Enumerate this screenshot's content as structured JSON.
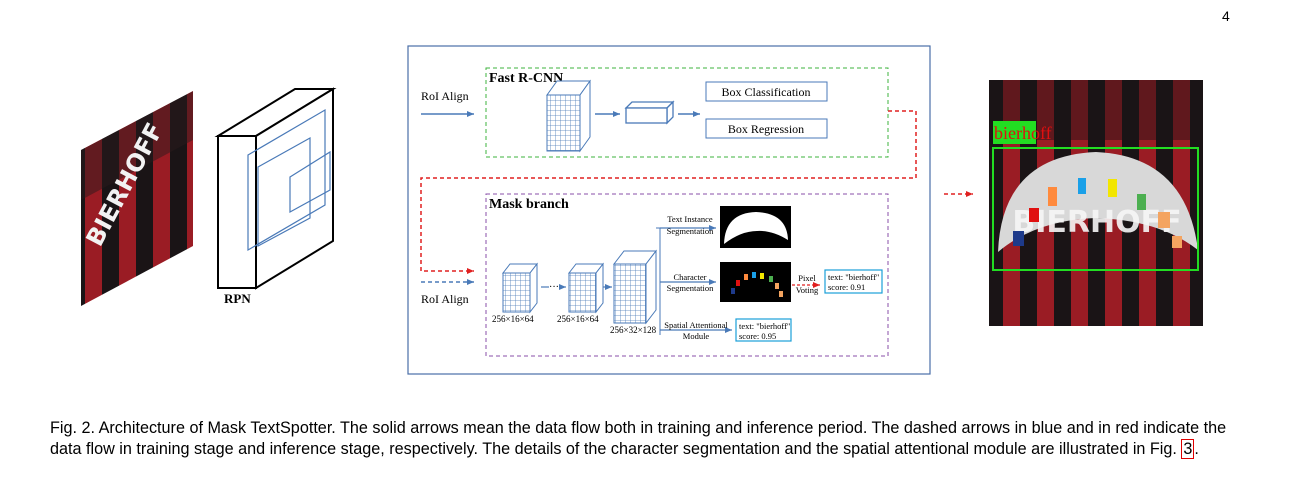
{
  "page": {
    "number": "4"
  },
  "figure": {
    "rpn_label": "RPN",
    "roi_align_top": "RoI Align",
    "roi_align_bottom": "RoI Align",
    "fast_rcnn": {
      "title": "Fast R-CNN",
      "box_classification": "Box Classification",
      "box_regression": "Box Regression"
    },
    "mask_branch": {
      "title": "Mask branch",
      "dim1": "256×16×64",
      "dots": "···",
      "dim2": "256×16×64",
      "dim3": "256×32×128",
      "text_instance_line1": "Text Instance",
      "text_instance_line2": "Segmentation",
      "character_line1": "Character",
      "character_line2": "Segmentation",
      "pixel_voting_line1": "Pixel",
      "pixel_voting_line2": "Voting",
      "result1_text": "text: \"bierhoff\"",
      "result1_score": "score: 0.91",
      "spatial_line1": "Spatial Attentional",
      "spatial_line2": "Module",
      "result2_text": "text: \"bierhoff\"",
      "result2_score": "score: 0.95"
    },
    "input_image_text": "BIERHOFF",
    "output_label": "bierhoff",
    "output_image_text": "BIERHOFF"
  },
  "caption": {
    "text": "Fig. 2. Architecture of Mask TextSpotter. The solid arrows mean the data flow both in training and inference period. The dashed arrows in blue and in red indicate the data flow in training stage and inference stage, respectively. The details of the character segmentation and the spatial attentional module are illustrated in Fig. ",
    "ref": "3",
    "end": "."
  },
  "colors": {
    "solid_arrow": "#4a7ab8",
    "train_arrow": "#4a7ab8",
    "infer_arrow": "#e02020",
    "fast_rcnn_border": "#3db33d",
    "mask_border": "#8a4fa8",
    "frame_border": "#4a6fa8",
    "result_box": "#1a9fd8",
    "detection_box": "#22dd22"
  }
}
